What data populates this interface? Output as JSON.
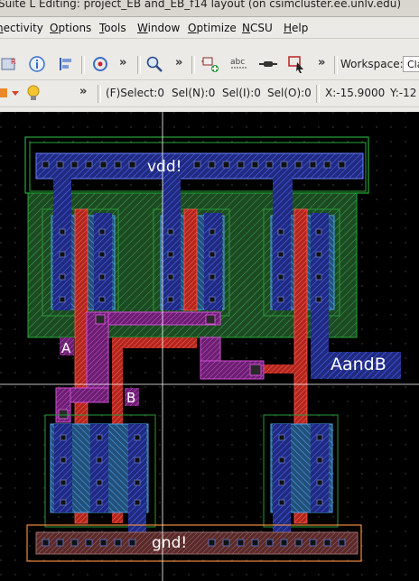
{
  "window": {
    "title": "Suite L Editing: project_EB and_EB_f14 layout (on csimcluster.ee.unlv.edu)"
  },
  "menu": {
    "items": [
      "nectivity",
      "Options",
      "Tools",
      "Window",
      "Optimize",
      "NCSU",
      "Help"
    ]
  },
  "toolbar": {
    "workspace_label": "Workspace:",
    "workspace_value": "Cla",
    "overflow_glyph": "»"
  },
  "status": {
    "fselect": "(F)Select:0",
    "sel_n": "Sel(N):0",
    "sel_i": "Sel(I):0",
    "sel_o": "Sel(O):0",
    "x": "X:-15.9000",
    "y": "Y:-12"
  },
  "layout": {
    "pins": {
      "vdd": "vdd!",
      "gnd": "gnd!",
      "a": "A",
      "b": "B",
      "out": "AandB"
    }
  },
  "colors": {
    "canvas": "#000000",
    "nwell": "#27a83a",
    "poly": "#e8302a",
    "diffusion": "#2d8ad6",
    "metal1": "#3a55e8",
    "metal2": "#d24fd6",
    "contact": "#1a1a1a",
    "select": "#f08a3c",
    "crosshair": "#ffffff"
  }
}
